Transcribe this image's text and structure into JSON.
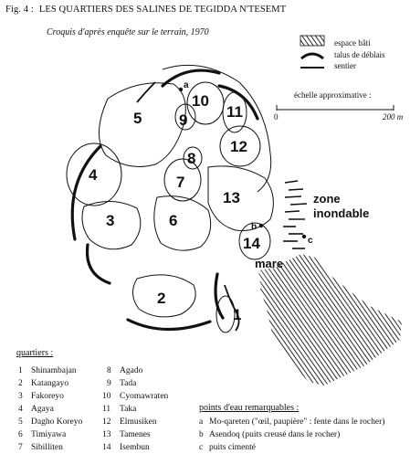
{
  "header": {
    "fig_label": "Fig. 4 :",
    "title": "LES QUARTIERS DES SALINES DE TEGIDDA N'TESEMT",
    "subtitle": "Croquis d'après enquête sur le terrain, 1970"
  },
  "legend": {
    "items": [
      {
        "symbol": "hatch-swatch",
        "label": "espace bâti"
      },
      {
        "symbol": "arc-symbol",
        "label": "talus de déblais"
      },
      {
        "symbol": "line-symbol",
        "label": "sentier"
      }
    ]
  },
  "scale": {
    "label": "échelle approximative  :",
    "start": "0",
    "end": "200 m"
  },
  "map_labels": {
    "zone_line1": "zone",
    "zone_line2": "inondable",
    "mare": "mare",
    "point_a": "a",
    "point_b": "b",
    "point_c": "c",
    "districts": [
      "1",
      "2",
      "3",
      "4",
      "5",
      "6",
      "7",
      "8",
      "9",
      "10",
      "11",
      "12",
      "13",
      "14"
    ]
  },
  "quartiers": {
    "title": "quartiers :",
    "left": [
      {
        "n": "1",
        "name": "Shinambajan"
      },
      {
        "n": "2",
        "name": "Katangayo"
      },
      {
        "n": "3",
        "name": "Fakoreyo"
      },
      {
        "n": "4",
        "name": "Agaya"
      },
      {
        "n": "5",
        "name": "Dagho Koreyo"
      },
      {
        "n": "6",
        "name": "Timiyawa"
      },
      {
        "n": "7",
        "name": "Sibilliten"
      }
    ],
    "right": [
      {
        "n": "8",
        "name": "Agado"
      },
      {
        "n": "9",
        "name": "Tada"
      },
      {
        "n": "10",
        "name": "Cyomawraten"
      },
      {
        "n": "11",
        "name": "Taka"
      },
      {
        "n": "12",
        "name": "Elmusiken"
      },
      {
        "n": "13",
        "name": "Tamenes"
      },
      {
        "n": "14",
        "name": "Isembun"
      }
    ]
  },
  "water_points": {
    "title": "points d'eau remarquables :",
    "items": [
      {
        "n": "a",
        "text": "Mo-qareten (\"œil, paupière\" : fente dans le rocher)"
      },
      {
        "n": "b",
        "text": "Asendoq (puits creusé dans le rocher)"
      },
      {
        "n": "c",
        "text": "puits cimenté"
      }
    ]
  }
}
